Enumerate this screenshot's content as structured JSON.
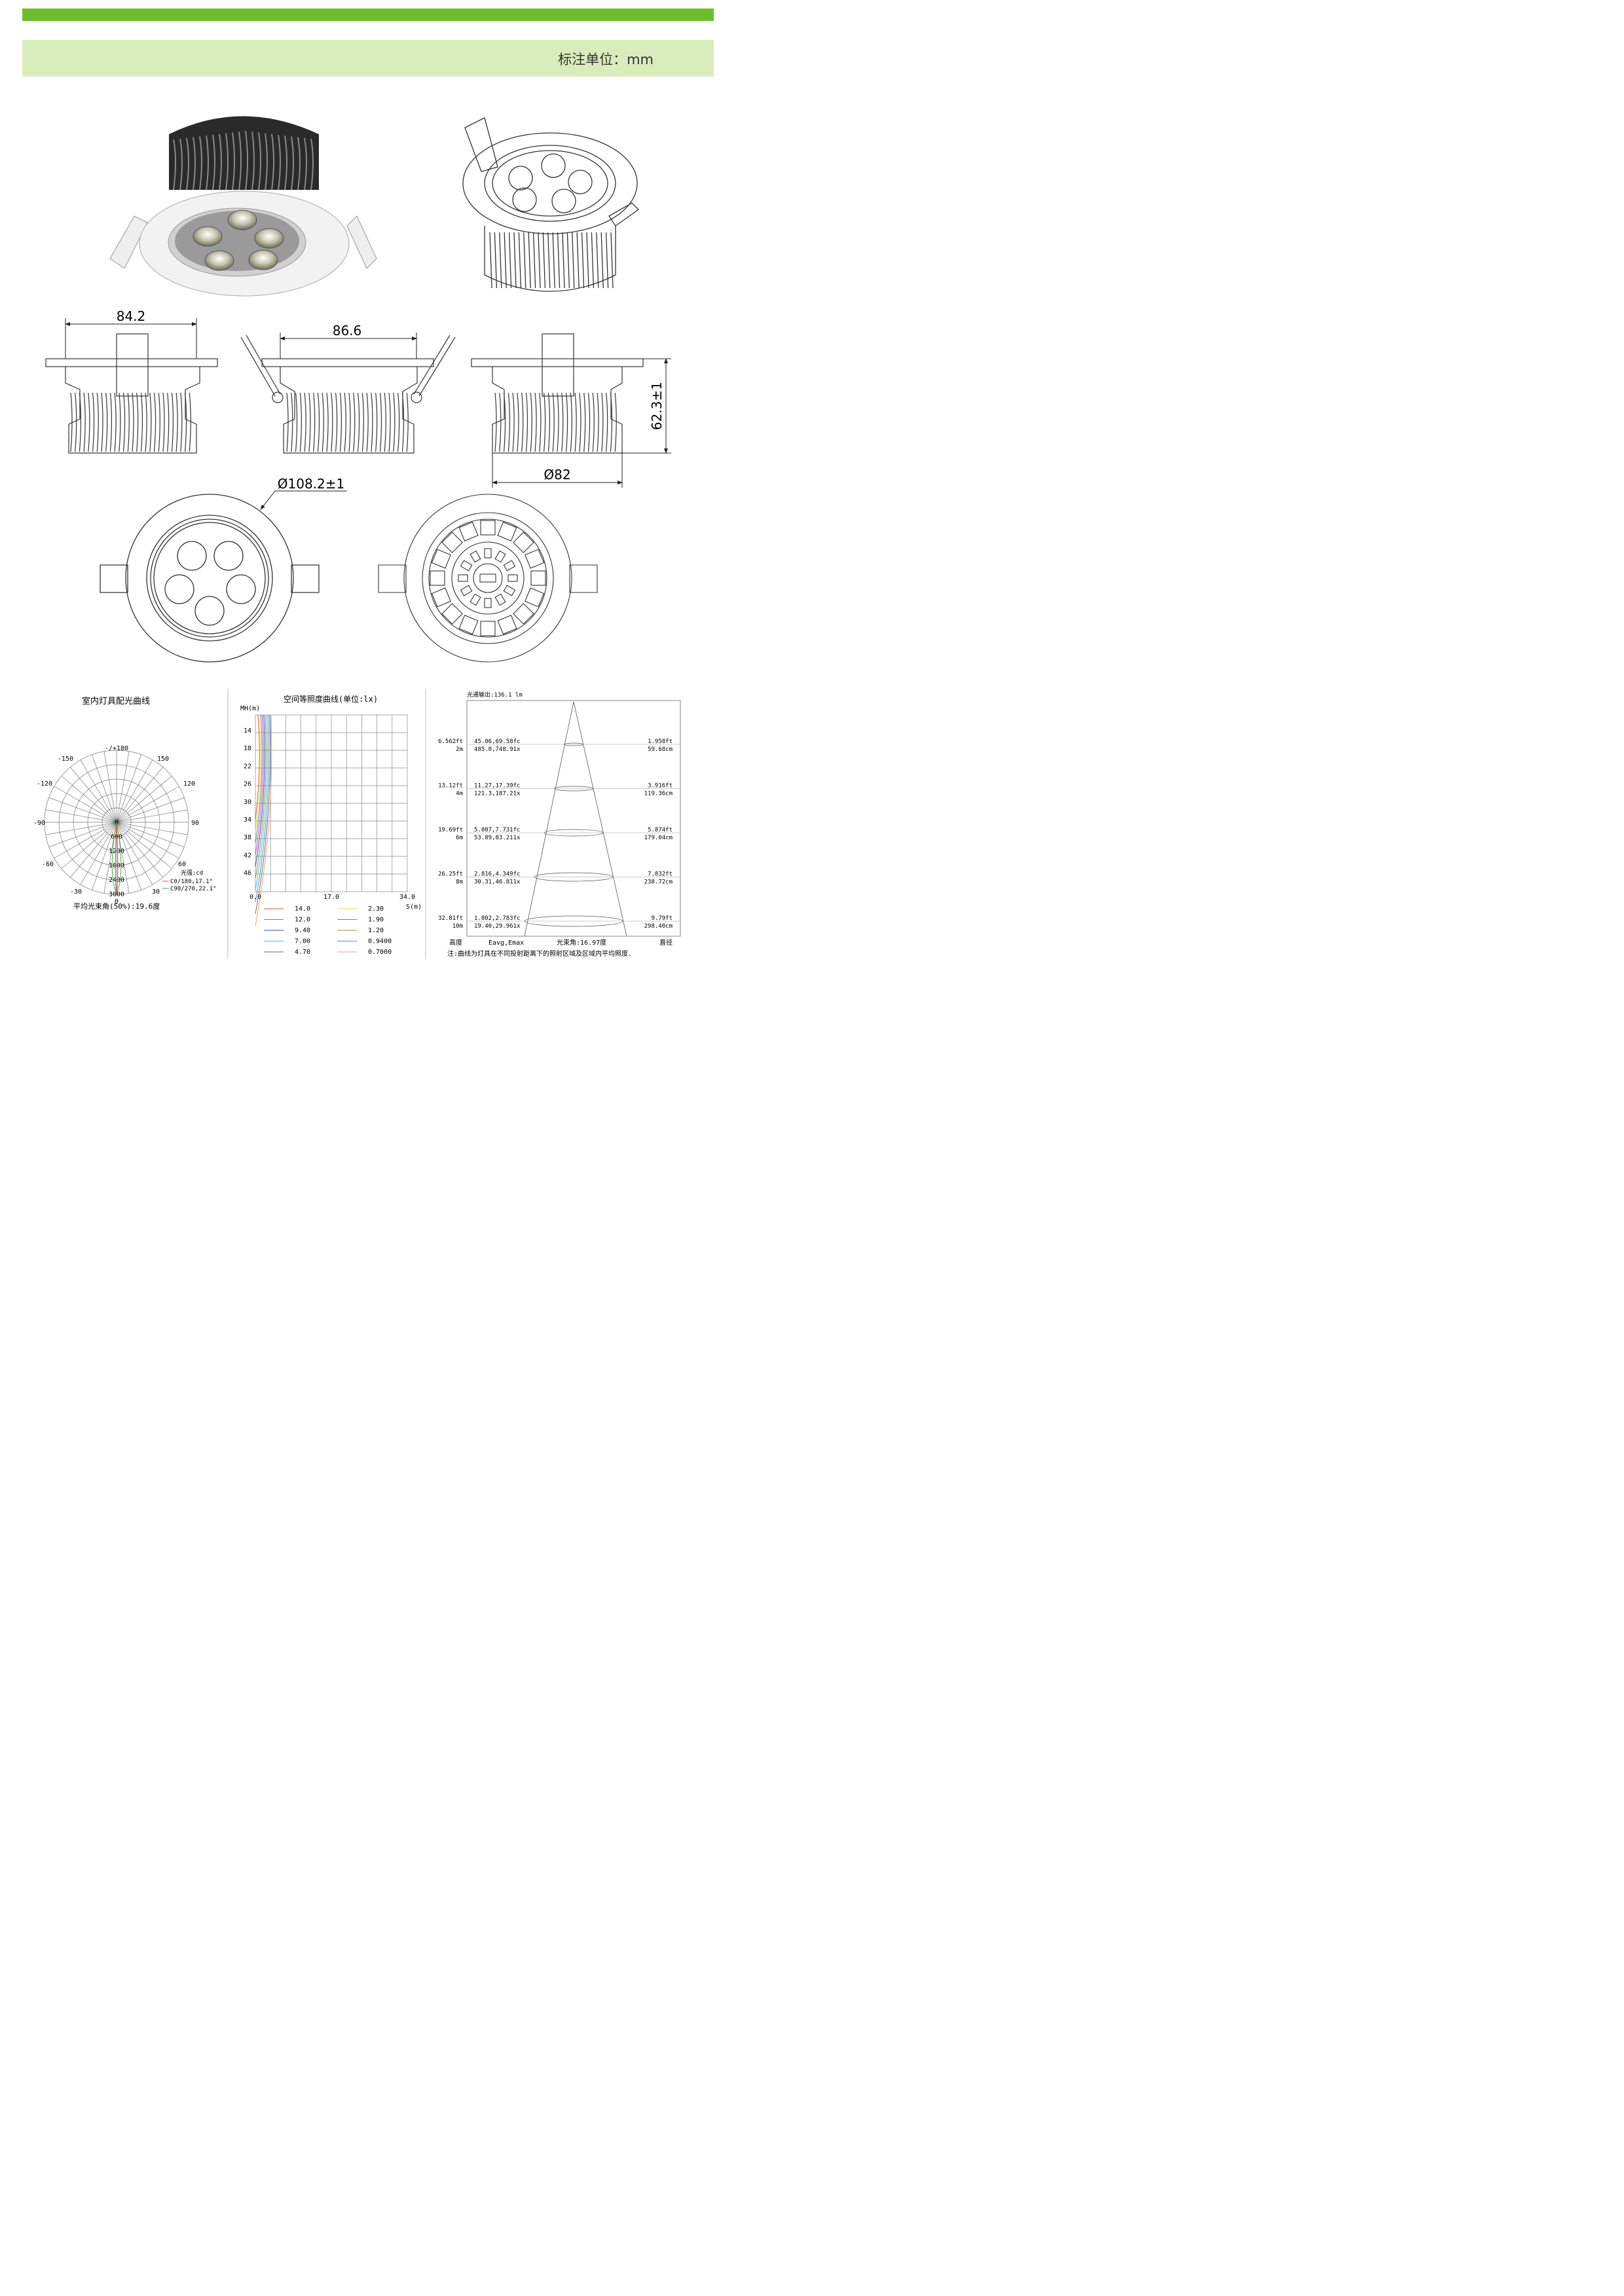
{
  "header": {
    "unit_label": "标注单位：mm"
  },
  "dimensions": {
    "width_front": "84.2",
    "width_side": "86.6",
    "height": "62.3±1",
    "cutout": "Ø82",
    "diameter": "Ø108.2±1"
  },
  "polar": {
    "title": "室内灯具配光曲线",
    "angles": [
      "-/+180",
      "150",
      "-150",
      "120",
      "-120",
      "90",
      "-90",
      "60",
      "-60",
      "30",
      "-30",
      "0"
    ],
    "radial": [
      "0",
      "600",
      "1200",
      "1800",
      "2400",
      "3000"
    ],
    "unit": "光强:cd",
    "legend": [
      "C0/180,17.1°",
      "C90/270,22.1°"
    ],
    "beam_text": "平均光束角(50%):19.6度"
  },
  "iso": {
    "title": "空间等照度曲线(单位:lx)",
    "mh_label": "MH(m)",
    "s_label": "S(m)",
    "y_ticks": [
      "14",
      "18",
      "22",
      "26",
      "30",
      "34",
      "38",
      "42",
      "46"
    ],
    "x_ticks": [
      "0.0",
      "17.0",
      "34.0"
    ],
    "legend": [
      {
        "v": "14.0",
        "c": "#e05050"
      },
      {
        "v": "2.30",
        "c": "#e8d840"
      },
      {
        "v": "12.0",
        "c": "#40b040"
      },
      {
        "v": "1.90",
        "c": "#d040c0"
      },
      {
        "v": "9.40",
        "c": "#4040d0"
      },
      {
        "v": "1.20",
        "c": "#90902a"
      },
      {
        "v": "7.00",
        "c": "#40c8d0"
      },
      {
        "v": "0.9400",
        "c": "#5090e0"
      },
      {
        "v": "4.70",
        "c": "#707070"
      },
      {
        "v": "0.7000",
        "c": "#f0a070"
      }
    ]
  },
  "cone": {
    "flux": "光通输出:136.1 lm",
    "rows": [
      {
        "ft": "6.562ft",
        "m": "2m",
        "fc": "45.06,69.58fc",
        "lx": "485.0,748.91x",
        "dft": "1.958ft",
        "dcm": "59.68cm"
      },
      {
        "ft": "13.12ft",
        "m": "4m",
        "fc": "11.27,17.39fc",
        "lx": "121.3,187.21x",
        "dft": "3.916ft",
        "dcm": "119.36cm"
      },
      {
        "ft": "19.69ft",
        "m": "6m",
        "fc": "5.007,7.731fc",
        "lx": "53.89,83.211x",
        "dft": "5.874ft",
        "dcm": "179.04cm"
      },
      {
        "ft": "26.25ft",
        "m": "8m",
        "fc": "2.816,4.349fc",
        "lx": "30.31,46.811x",
        "dft": "7.832ft",
        "dcm": "238.72cm"
      },
      {
        "ft": "32.81ft",
        "m": "10m",
        "fc": "1.802,2.783fc",
        "lx": "19.40,29.961x",
        "dft": "9.79ft",
        "dcm": "298.40cm"
      }
    ],
    "foot_height": "高度",
    "foot_eavg": "Eavg,Emax",
    "foot_beam": "光束角:16.97度",
    "foot_diam": "直径",
    "note": "注:曲线为灯具在不同投射距离下的照射区域及区域内平均照度."
  }
}
